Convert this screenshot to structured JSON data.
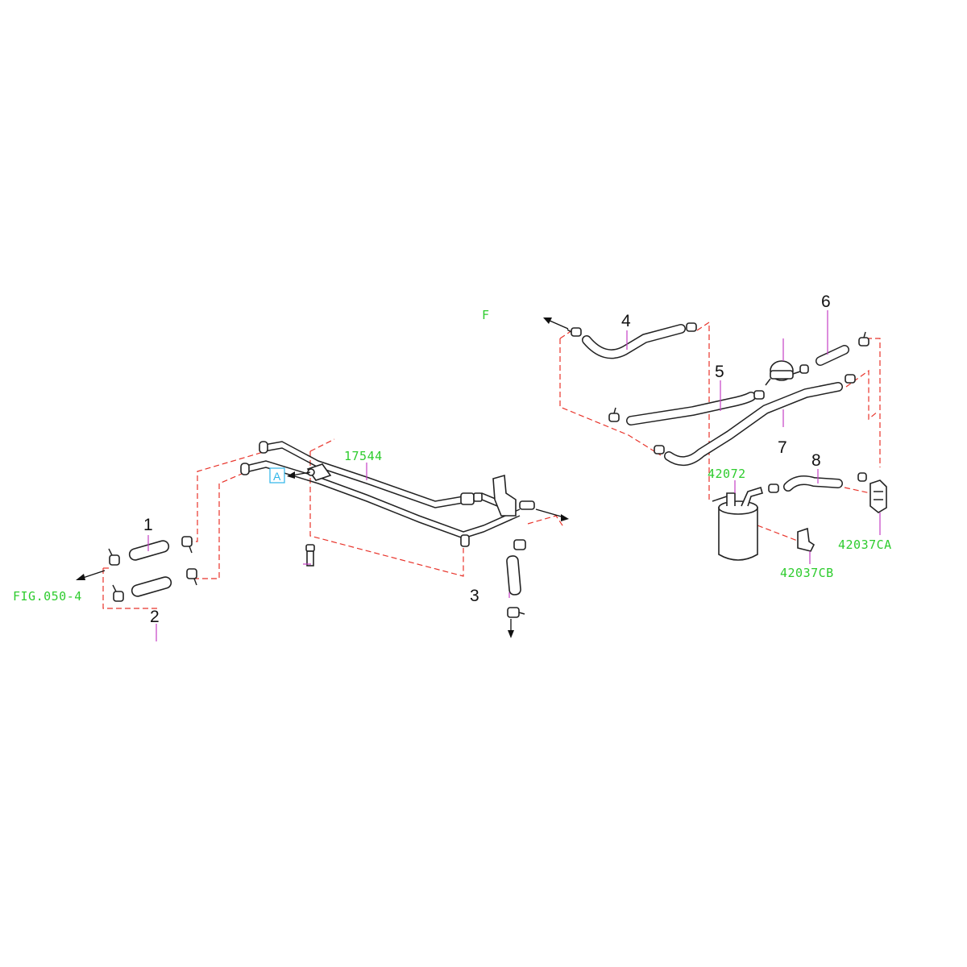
{
  "callouts": {
    "c1": "1",
    "c2": "2",
    "c3": "3",
    "c4": "4",
    "c5": "5",
    "c6": "6",
    "c7": "7",
    "c8": "8"
  },
  "part_codes": {
    "p17544": "17544",
    "p42072": "42072",
    "p42037CA": "42037CA",
    "p42037CB": "42037CB"
  },
  "figure_refs": {
    "fig_left": "FIG.050-4",
    "fig_top_partial": "F"
  },
  "view_marker": "A",
  "colors": {
    "leader": "#c43fc4",
    "reference_line": "#e8332a",
    "part_code": "#2ecc2e",
    "view_marker": "#2bb5e8"
  }
}
